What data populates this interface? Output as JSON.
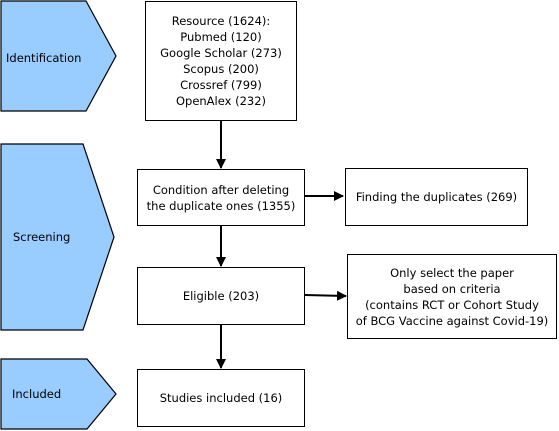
{
  "phases": {
    "identification": "Identification",
    "screening": "Screening",
    "included": "Included"
  },
  "boxes": {
    "resource": [
      "Resource (1624):",
      "Pubmed (120)",
      "Google Scholar (273)",
      "Scopus (200)",
      "Crossref (799)",
      "OpenAlex (232)"
    ],
    "condition": [
      "Condition after deleting",
      "the duplicate ones (1355)"
    ],
    "duplicates": [
      "Finding the duplicates (269)"
    ],
    "eligible": [
      "Eligible (203)"
    ],
    "criteria": [
      "Only select the paper",
      "based on criteria",
      "(contains RCT or Cohort Study",
      "of BCG Vaccine against Covid-19)"
    ],
    "studies": [
      "Studies included (16)"
    ]
  },
  "colors": {
    "phase_fill": "#99CCFF",
    "stroke": "#000000"
  }
}
